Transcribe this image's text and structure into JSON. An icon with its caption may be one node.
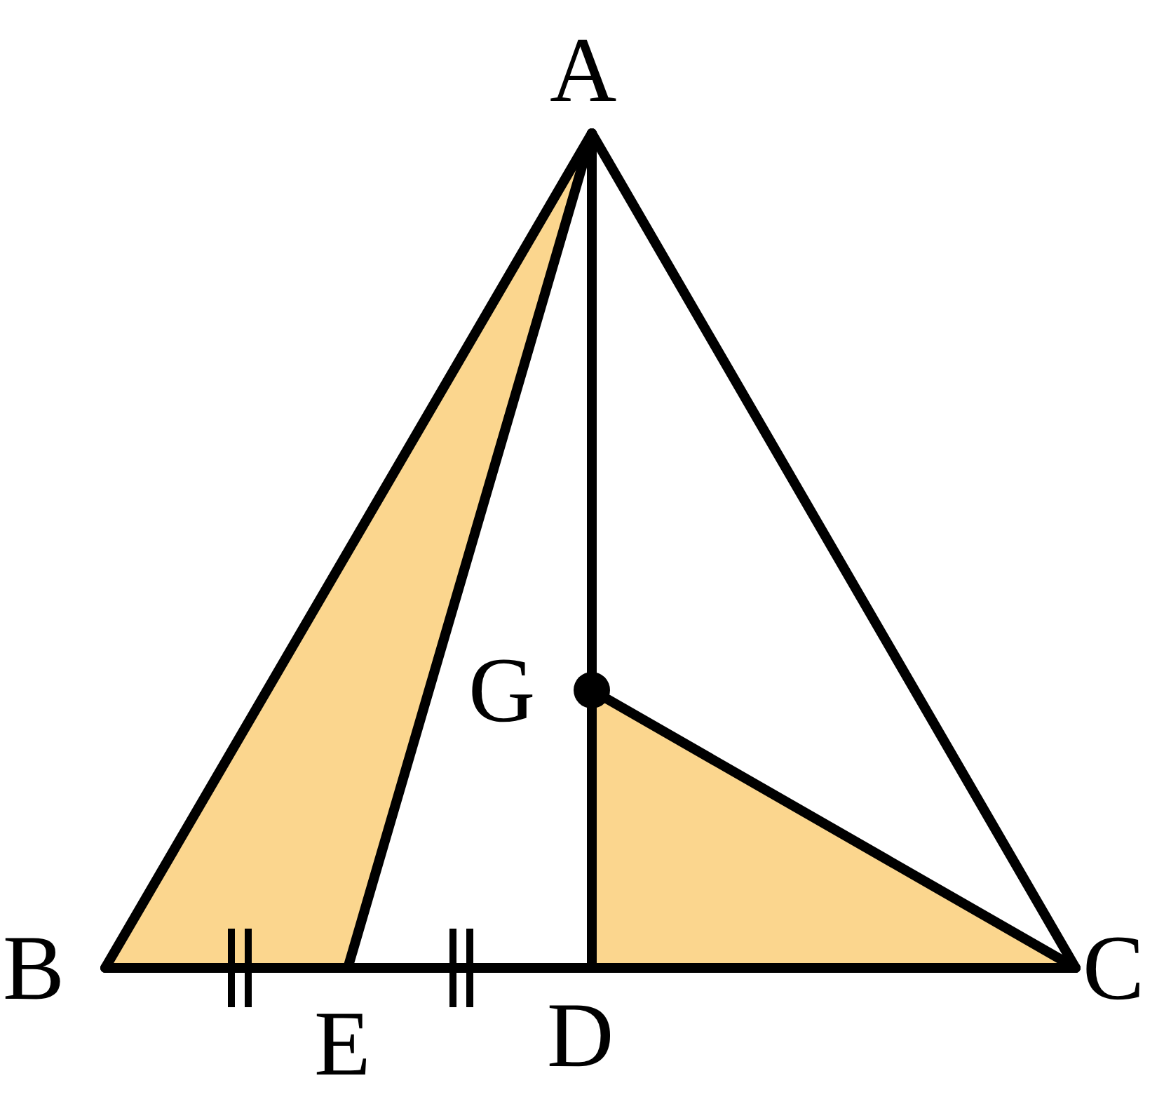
{
  "diagram": {
    "nodes": [
      {
        "text": [
          "A"
        ]
      },
      {
        "text": [
          "B"
        ]
      },
      {
        "text": [
          "C"
        ]
      },
      {
        "text": [
          "D"
        ]
      },
      {
        "text": [
          "E"
        ]
      },
      {
        "text": [
          "G"
        ]
      }
    ],
    "edges": [
      {
        "from": 0,
        "to": 1,
        "arrow": "none"
      },
      {
        "from": 0,
        "to": 2,
        "arrow": "none"
      },
      {
        "from": 1,
        "to": 4,
        "arrow": "none"
      },
      {
        "from": 4,
        "to": 3,
        "arrow": "none"
      },
      {
        "from": 3,
        "to": 2,
        "arrow": "none"
      },
      {
        "from": 0,
        "to": 4,
        "arrow": "none"
      },
      {
        "from": 0,
        "to": 5,
        "arrow": "none"
      },
      {
        "from": 5,
        "to": 3,
        "arrow": "none"
      },
      {
        "from": 5,
        "to": 2,
        "arrow": "none"
      }
    ]
  }
}
